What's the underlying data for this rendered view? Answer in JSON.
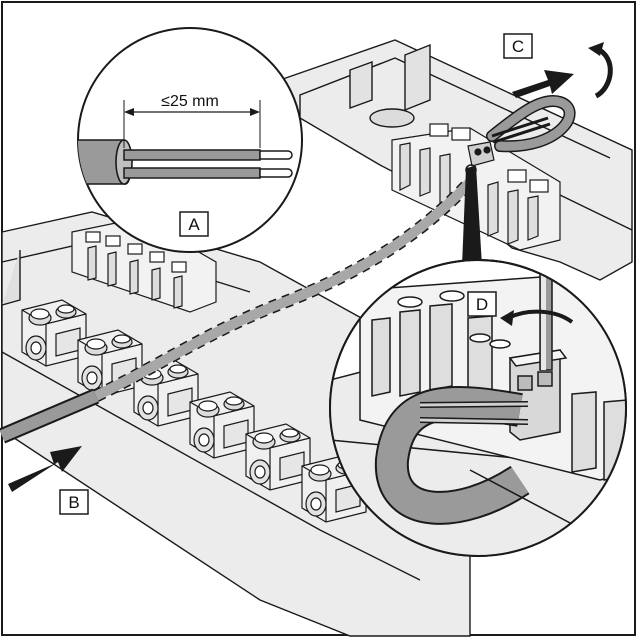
{
  "callouts": {
    "a": "A",
    "b": "B",
    "c": "C",
    "d": "D"
  },
  "dimension_label": "≤25 mm",
  "colors": {
    "line": "#1a1a1a",
    "housing": "#ececec",
    "housing_shade": "#d4d4d4",
    "cable": "#9a9a9a",
    "cable_dark": "#6e6e6e",
    "background": "#ffffff"
  }
}
